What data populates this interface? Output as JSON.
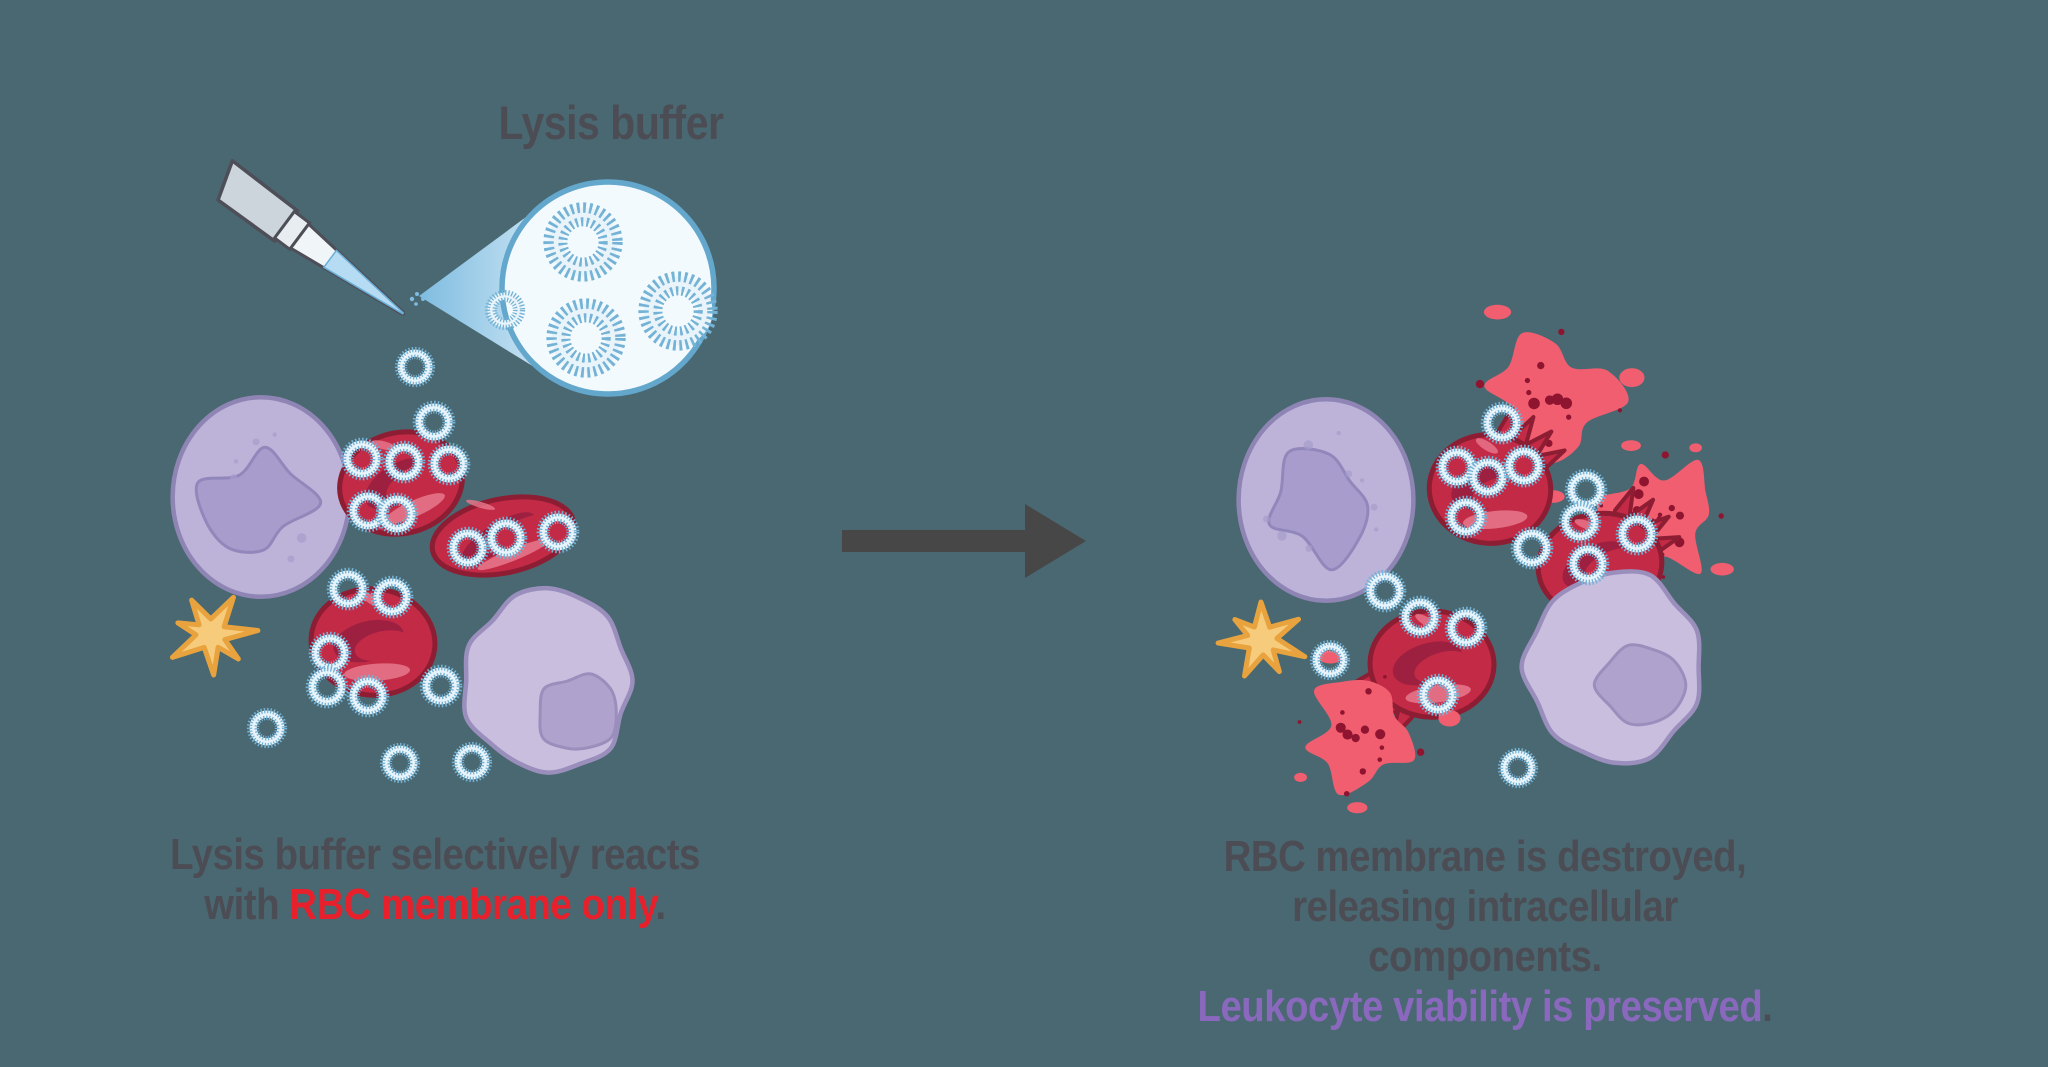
{
  "title": "Lysis buffer",
  "left_caption": {
    "line1": "Lysis buffer selectively reacts",
    "line2_prefix": "with ",
    "line2_highlight": "RBC membrane only",
    "line2_suffix": "."
  },
  "right_caption": {
    "line1": "RBC membrane is destroyed,",
    "line2": "releasing intracellular components.",
    "line3_highlight": "Leukocyte viability is preserved",
    "line3_suffix": "."
  },
  "icons": {
    "arrow": "right-arrow-icon",
    "pipette": "pipette-tip-icon",
    "magnifier": "lysis-buffer-magnifier-circle",
    "micelle": "lipid-micelle-ring"
  },
  "colors": {
    "bg": "#4A6871",
    "ink": "#4C4C54",
    "red-accent": "#E8202C",
    "purple-accent": "#8A68BE",
    "arrow": "#474747",
    "rbc": "#C22A46",
    "rbc-dark": "#8D1D33",
    "rbc-deep": "#9E2040",
    "rbc-light": "#E8788C",
    "splat": "#F15E70",
    "splat-deep": "#8F1430",
    "wbc1": "#BDB3D9",
    "wbc1-dark": "#8F85B5",
    "wbc1-nuc": "#A79CCB",
    "wbc1-nuc-dark": "#9287BB",
    "wbc2": "#C9BEDE",
    "wbc2-dark": "#9A8FBC",
    "wbc2-nuc": "#AFA3CD",
    "wbc2-nuc-dark": "#9A8FBC",
    "plt": "#F6CC7C",
    "plt-dark": "#E8A33E",
    "mic-spoke": "#74B3D6",
    "mic-band": "#E9F4FA",
    "pip-body": "#CBD5DB",
    "pip-collar": "#E7EDF0",
    "pip-shaft": "#F0F5F8",
    "pip-liquid": "#B5DCF2",
    "pip-liquid-edge": "#69AED6",
    "pip-outline": "#4E4E58",
    "lens-fill": "#F3FAFD",
    "lens-stroke": "#63A7CD",
    "beam-1": "#7FBCE0",
    "beam-2": "#EAF6FC"
  }
}
